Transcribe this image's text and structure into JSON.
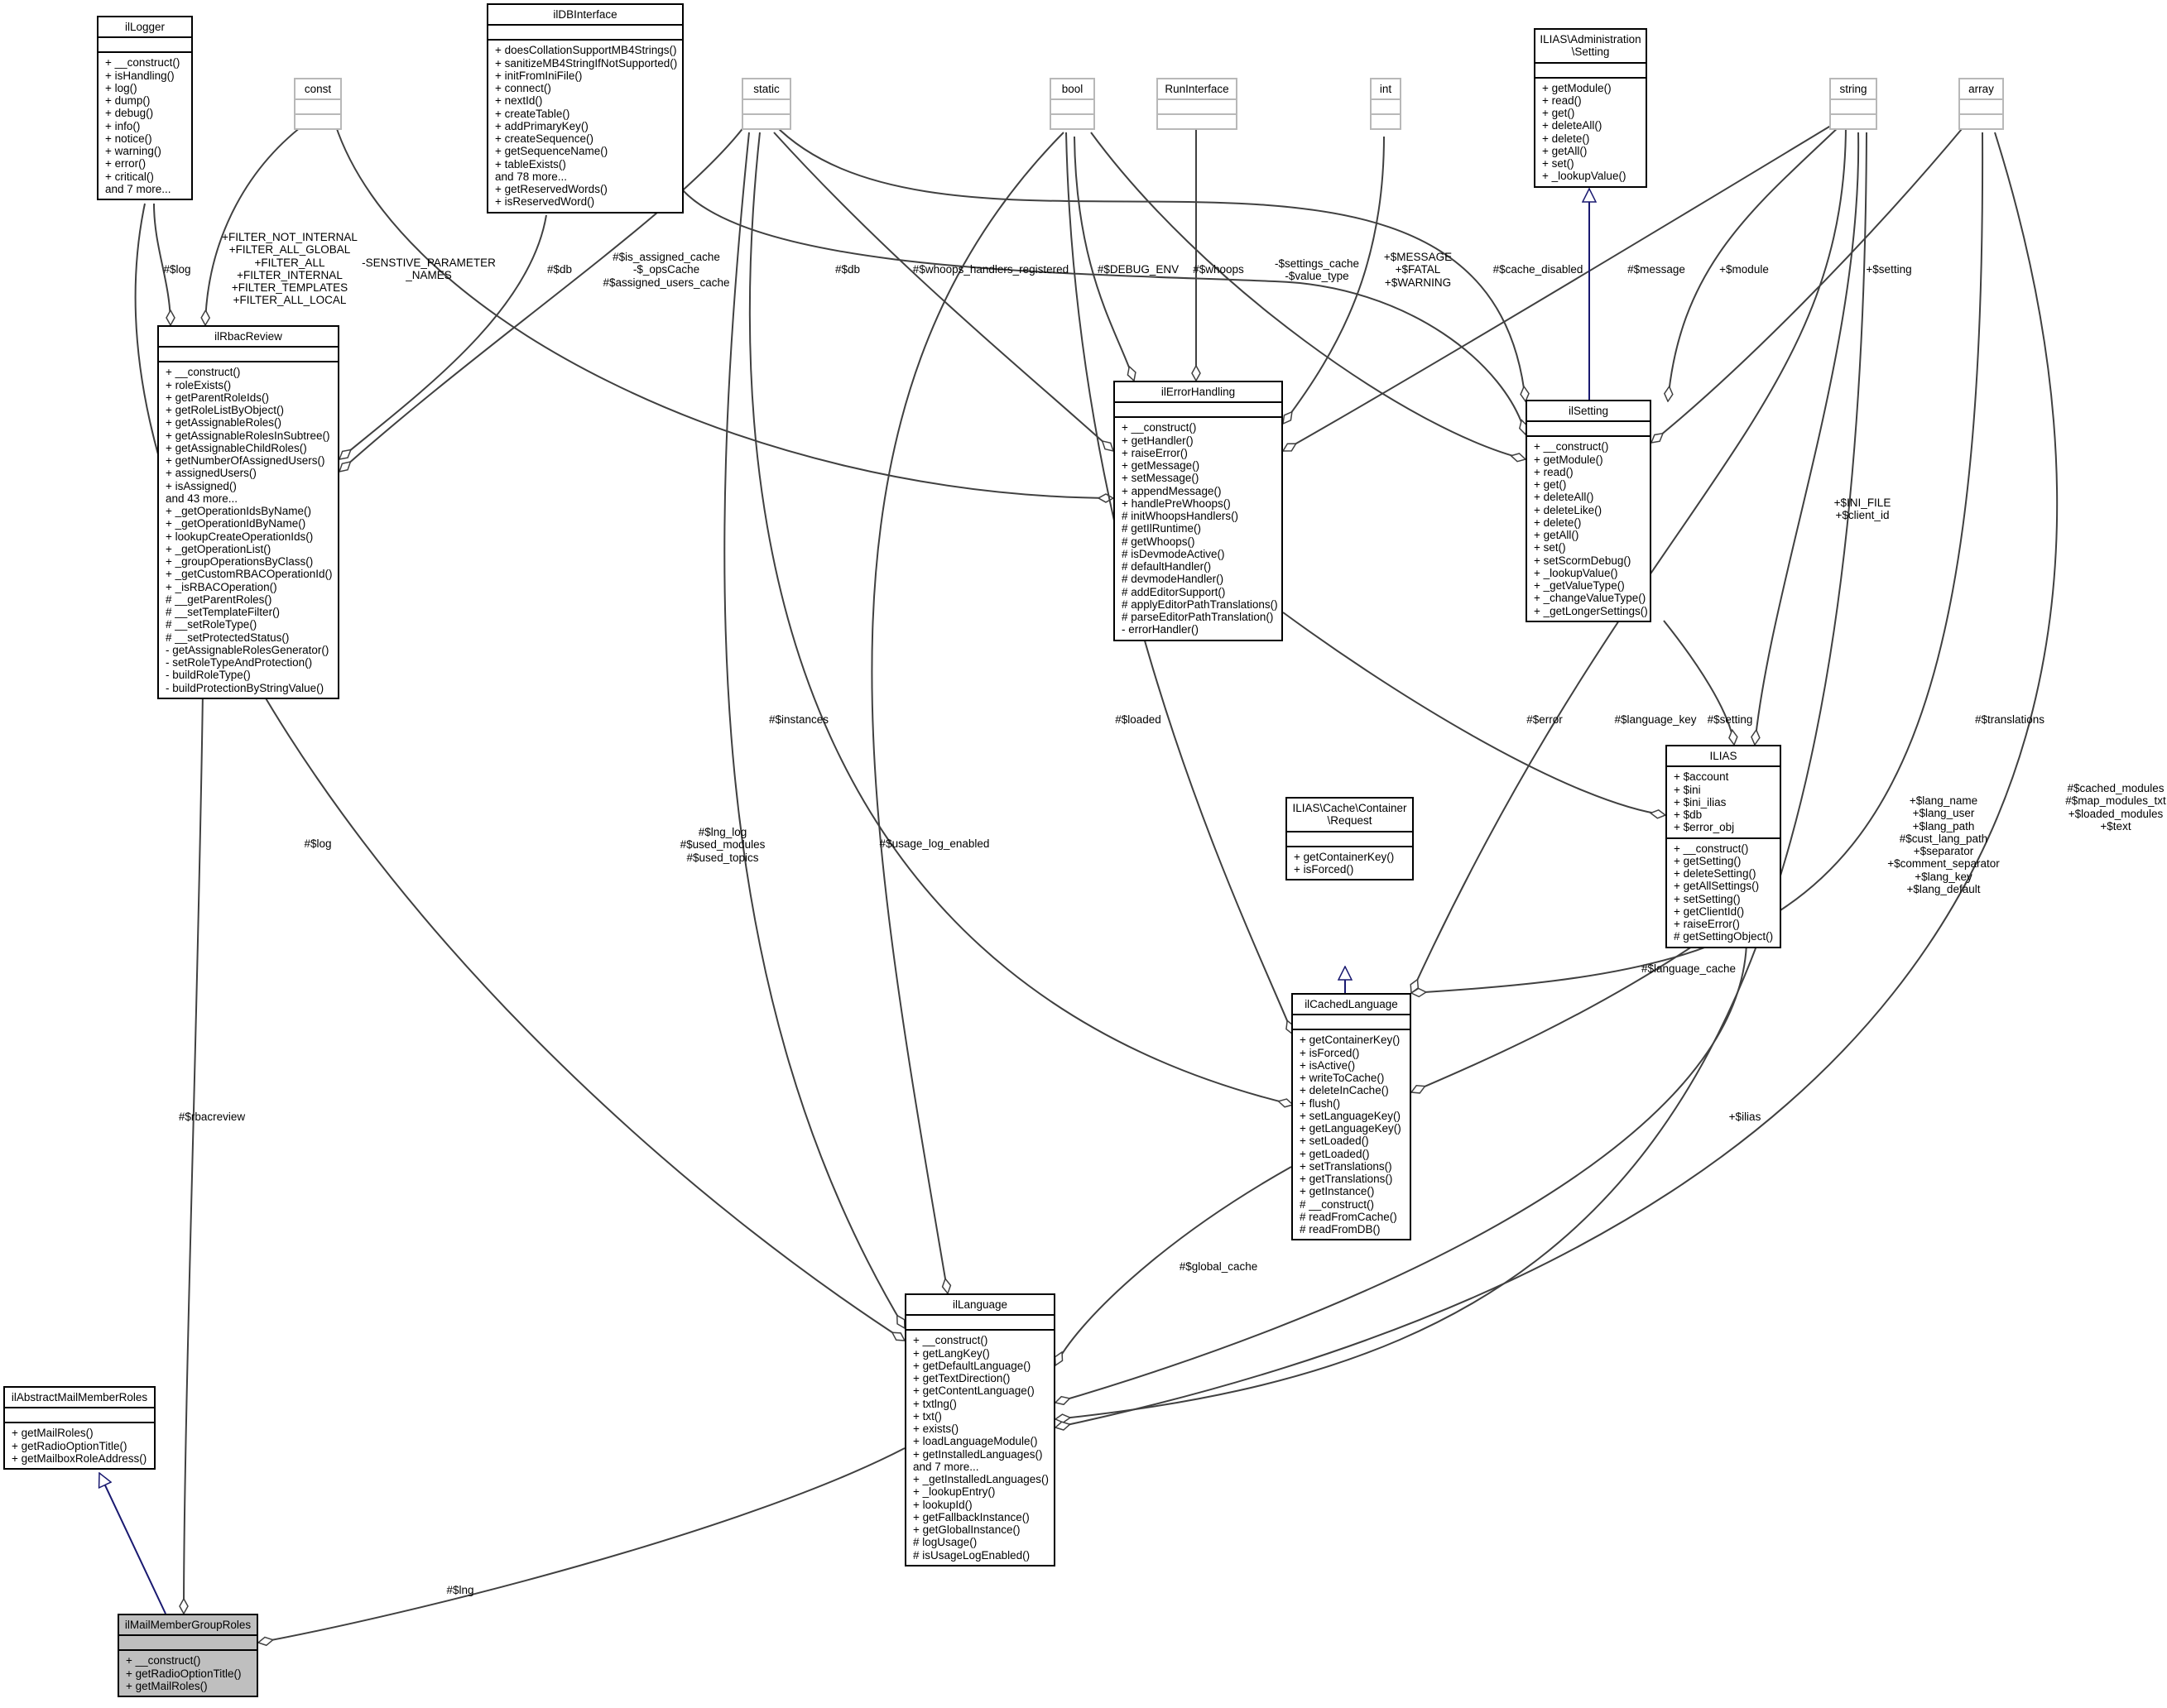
{
  "classes": {
    "ilLogger": {
      "name": "ilLogger",
      "attributes": [],
      "methods": [
        "+ __construct()",
        "+ isHandling()",
        "+ log()",
        "+ dump()",
        "+ debug()",
        "+ info()",
        "+ notice()",
        "+ warning()",
        "+ error()",
        "+ critical()",
        "and 7 more..."
      ]
    },
    "ilDBInterface": {
      "name": "ilDBInterface",
      "attributes": [],
      "methods": [
        "+ doesCollationSupportMB4Strings()",
        "+ sanitizeMB4StringIfNotSupported()",
        "+ initFromIniFile()",
        "+ connect()",
        "+ nextId()",
        "+ createTable()",
        "+ addPrimaryKey()",
        "+ createSequence()",
        "+ getSequenceName()",
        "+ tableExists()",
        "and 78 more...",
        "+ getReservedWords()",
        "+ isReservedWord()"
      ]
    },
    "const": {
      "name": "const",
      "attributes": [],
      "methods": []
    },
    "static": {
      "name": "static",
      "attributes": [],
      "methods": []
    },
    "bool": {
      "name": "bool",
      "attributes": [],
      "methods": []
    },
    "RunInterface": {
      "name": "RunInterface",
      "attributes": [],
      "methods": []
    },
    "int": {
      "name": "int",
      "attributes": [],
      "methods": []
    },
    "adminSetting": {
      "name": "ILIAS\\Administration\n\\Setting",
      "attributes": [],
      "methods": [
        "+ getModule()",
        "+ read()",
        "+ get()",
        "+ deleteAll()",
        "+ delete()",
        "+ getAll()",
        "+ set()",
        "+ _lookupValue()"
      ]
    },
    "string": {
      "name": "string",
      "attributes": [],
      "methods": []
    },
    "array": {
      "name": "array",
      "attributes": [],
      "methods": []
    },
    "ilRbacReview": {
      "name": "ilRbacReview",
      "attributes": [],
      "methods": [
        "+ __construct()",
        "+ roleExists()",
        "+ getParentRoleIds()",
        "+ getRoleListByObject()",
        "+ getAssignableRoles()",
        "+ getAssignableRolesInSubtree()",
        "+ getAssignableChildRoles()",
        "+ getNumberOfAssignedUsers()",
        "+ assignedUsers()",
        "+ isAssigned()",
        "and 43 more...",
        "+ _getOperationIdsByName()",
        "+ _getOperationIdByName()",
        "+ lookupCreateOperationIds()",
        "+ _getOperationList()",
        "+ _groupOperationsByClass()",
        "+ _getCustomRBACOperationId()",
        "+ _isRBACOperation()",
        "# __getParentRoles()",
        "# __setTemplateFilter()",
        "# __setRoleType()",
        "# __setProtectedStatus()",
        "- getAssignableRolesGenerator()",
        "- setRoleTypeAndProtection()",
        "- buildRoleType()",
        "- buildProtectionByStringValue()"
      ]
    },
    "ilErrorHandling": {
      "name": "ilErrorHandling",
      "attributes": [],
      "methods": [
        "+ __construct()",
        "+ getHandler()",
        "+ raiseError()",
        "+ getMessage()",
        "+ setMessage()",
        "+ appendMessage()",
        "+ handlePreWhoops()",
        "# initWhoopsHandlers()",
        "# getIlRuntime()",
        "# getWhoops()",
        "# isDevmodeActive()",
        "# defaultHandler()",
        "# devmodeHandler()",
        "# addEditorSupport()",
        "# applyEditorPathTranslations()",
        "# parseEditorPathTranslation()",
        "- errorHandler()"
      ]
    },
    "ilSetting": {
      "name": "ilSetting",
      "attributes": [],
      "methods": [
        "+ __construct()",
        "+ getModule()",
        "+ read()",
        "+ get()",
        "+ deleteAll()",
        "+ deleteLike()",
        "+ delete()",
        "+ getAll()",
        "+ set()",
        "+ setScormDebug()",
        "+ _lookupValue()",
        "+ _getValueType()",
        "+ _changeValueType()",
        "+ _getLongerSettings()"
      ]
    },
    "ILIAS": {
      "name": "ILIAS",
      "attributes": [
        "+ $account",
        "+ $ini",
        "+ $ini_ilias",
        "+ $db",
        "+ $error_obj"
      ],
      "methods": [
        "+ __construct()",
        "+ getSetting()",
        "+ deleteSetting()",
        "+ getAllSettings()",
        "+ setSetting()",
        "+ getClientId()",
        "+ raiseError()",
        "# getSettingObject()"
      ]
    },
    "containerRequest": {
      "name": "ILIAS\\Cache\\Container\n\\Request",
      "attributes": [],
      "methods": [
        "+ getContainerKey()",
        "+ isForced()"
      ]
    },
    "ilCachedLanguage": {
      "name": "ilCachedLanguage",
      "attributes": [],
      "methods": [
        "+ getContainerKey()",
        "+ isForced()",
        "+ isActive()",
        "+ writeToCache()",
        "+ deleteInCache()",
        "+ flush()",
        "+ setLanguageKey()",
        "+ getLanguageKey()",
        "+ setLoaded()",
        "+ getLoaded()",
        "+ setTranslations()",
        "+ getTranslations()",
        "+ getInstance()",
        "# __construct()",
        "# readFromCache()",
        "# readFromDB()"
      ]
    },
    "ilLanguage": {
      "name": "ilLanguage",
      "attributes": [],
      "methods": [
        "+ __construct()",
        "+ getLangKey()",
        "+ getDefaultLanguage()",
        "+ getTextDirection()",
        "+ getContentLanguage()",
        "+ txtlng()",
        "+ txt()",
        "+ exists()",
        "+ loadLanguageModule()",
        "+ getInstalledLanguages()",
        "and 7 more...",
        "+ _getInstalledLanguages()",
        "+ _lookupEntry()",
        "+ lookupId()",
        "+ getFallbackInstance()",
        "+ getGlobalInstance()",
        "# logUsage()",
        "# isUsageLogEnabled()"
      ]
    },
    "ilAbstractMailMemberRoles": {
      "name": "ilAbstractMailMemberRoles",
      "attributes": [],
      "methods": [
        "+ getMailRoles()",
        "+ getRadioOptionTitle()",
        "+ getMailboxRoleAddress()"
      ]
    },
    "ilMailMemberGroupRoles": {
      "name": "ilMailMemberGroupRoles",
      "attributes": [],
      "methods": [
        "+ __construct()",
        "+ getRadioOptionTitle()",
        "+ getMailRoles()"
      ]
    }
  },
  "labels": {
    "log1": "#$log",
    "filter": "+FILTER_NOT_INTERNAL\n+FILTER_ALL_GLOBAL\n+FILTER_ALL\n+FILTER_INTERNAL\n+FILTER_TEMPLATES\n+FILTER_ALL_LOCAL",
    "sensitive": "-SENSTIVE_PARAMETER\n_NAMES",
    "db1": "#$db",
    "assigned": "#$is_assigned_cache\n-$_opsCache\n#$assigned_users_cache",
    "db2": "#$db",
    "whoopsReg": "#$whoops_handlers_registered",
    "debugEnv": "#$DEBUG_ENV",
    "whoops": "#$whoops",
    "settingsCache": "-$settings_cache\n-$value_type",
    "messageConsts": "+$MESSAGE\n+$FATAL\n+$WARNING",
    "cacheDisabled": "#$cache_disabled",
    "message": "#$message",
    "module": "+$module",
    "setting1": "+$setting",
    "iniFile": "+$INI_FILE\n+$client_id",
    "log2": "#$log",
    "instances": "#$instances",
    "lngLog": "#$lng_log\n#$used_modules\n#$used_topics",
    "usageLog": "#$usage_log_enabled",
    "loaded": "#$loaded",
    "error": "#$error",
    "languageKey": "#$language_key",
    "setting2": "#$setting",
    "translations": "#$translations",
    "langProps": "+$lang_name\n+$lang_user\n+$lang_path\n#$cust_lang_path\n+$separator\n+$comment_separator\n+$lang_key\n+$lang_default",
    "cachedModules": "#$cached_modules\n#$map_modules_txt\n+$loaded_modules\n+$text",
    "languageCache": "#$language_cache",
    "rbacreview": "#$rbacreview",
    "ilias": "+$ilias",
    "globalCache": "#$global_cache",
    "lng": "#$lng"
  }
}
